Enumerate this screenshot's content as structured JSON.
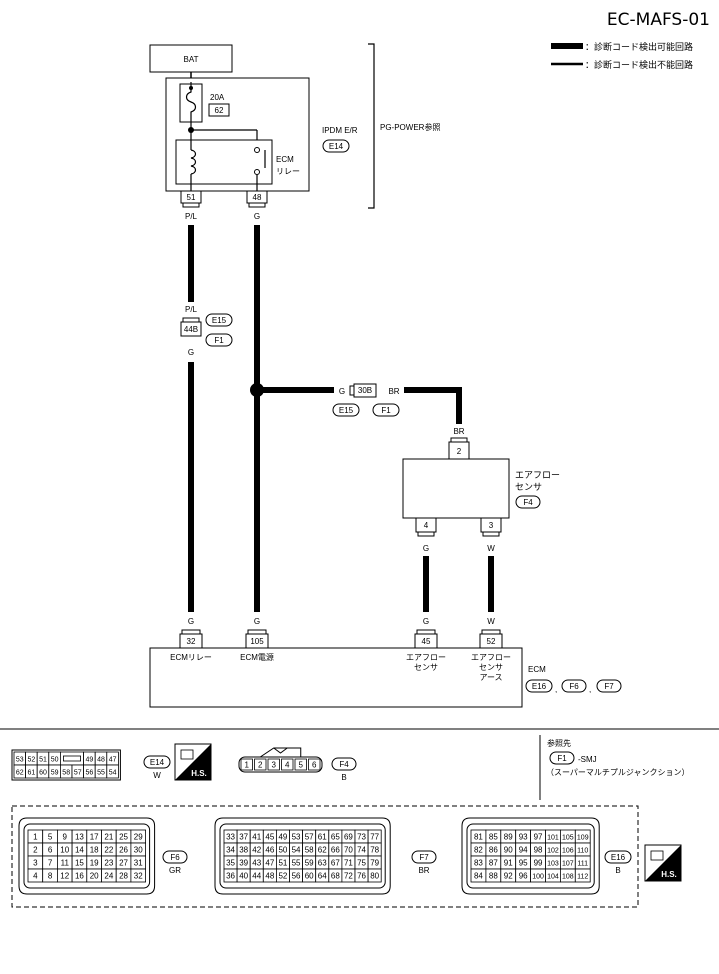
{
  "page": {
    "title": "EC-MAFS-01"
  },
  "legend": {
    "detectable": "：診断コード検出可能回路",
    "not_detectable": "：診断コード検出不能回路"
  },
  "bat": {
    "label": "BAT"
  },
  "ipdm": {
    "fuse_amp": "20A",
    "fuse_no": "62",
    "relay_label_1": "ECM",
    "relay_label_2": "リレー",
    "name": "IPDM E/R",
    "connector": "E14",
    "ref": "PG-POWER参照",
    "pin_a": "51",
    "pin_b": "48"
  },
  "wires": {
    "pl": "P/L",
    "g": "G",
    "br": "BR",
    "w": "W"
  },
  "junction_44": {
    "pin": "44B",
    "conn_a": "E15",
    "conn_b": "F1",
    "top": "P/L",
    "bottom": "G"
  },
  "junction_30": {
    "pin": "30B",
    "conn_a": "E15",
    "conn_b": "F1",
    "left": "G",
    "right": "BR"
  },
  "afm": {
    "name_1": "エアフロー",
    "name_2": "センサ",
    "connector": "F4",
    "pin_top": "2",
    "pin_left": "4",
    "pin_right": "3"
  },
  "ecm": {
    "name": "ECM",
    "conns": [
      "E16",
      "F6",
      "F7"
    ],
    "sep": ",",
    "pins": [
      {
        "no": "32",
        "wire": "G",
        "label": [
          "ECMリレー"
        ]
      },
      {
        "no": "105",
        "wire": "G",
        "label": [
          "ECM電源"
        ]
      },
      {
        "no": "45",
        "wire": "G",
        "label": [
          "エアフロー",
          "センサ"
        ]
      },
      {
        "no": "52",
        "wire": "W",
        "label": [
          "エアフロー",
          "センサ",
          "アース"
        ]
      }
    ]
  },
  "bottom": {
    "e14": {
      "conn": "E14",
      "color": "W",
      "hs": "H.S.",
      "row1": [
        "53",
        "52",
        "51",
        "50",
        "",
        "49",
        "48",
        "47"
      ],
      "row2": [
        "62",
        "61",
        "60",
        "59",
        "58",
        "57",
        "56",
        "55",
        "54"
      ]
    },
    "f4": {
      "conn": "F4",
      "color": "B",
      "pins": [
        "1",
        "2",
        "3",
        "4",
        "5",
        "6"
      ]
    },
    "ref": {
      "title": "参照先",
      "conn": "F1",
      "suffix": "-SMJ",
      "desc": "（スーパーマルチプルジャンクション）"
    },
    "f6": {
      "conn": "F6",
      "color": "GR",
      "rows": [
        [
          "1",
          "5",
          "9",
          "13",
          "17",
          "21",
          "25",
          "29"
        ],
        [
          "2",
          "6",
          "10",
          "14",
          "18",
          "22",
          "26",
          "30"
        ],
        [
          "3",
          "7",
          "11",
          "15",
          "19",
          "23",
          "27",
          "31"
        ],
        [
          "4",
          "8",
          "12",
          "16",
          "20",
          "24",
          "28",
          "32"
        ]
      ]
    },
    "f7": {
      "conn": "F7",
      "color": "BR",
      "rows": [
        [
          "33",
          "37",
          "41",
          "45",
          "49",
          "53",
          "57",
          "61",
          "65",
          "69",
          "73",
          "77"
        ],
        [
          "34",
          "38",
          "42",
          "46",
          "50",
          "54",
          "58",
          "62",
          "66",
          "70",
          "74",
          "78"
        ],
        [
          "35",
          "39",
          "43",
          "47",
          "51",
          "55",
          "59",
          "63",
          "67",
          "71",
          "75",
          "79"
        ],
        [
          "36",
          "40",
          "44",
          "48",
          "52",
          "56",
          "60",
          "64",
          "68",
          "72",
          "76",
          "80"
        ]
      ]
    },
    "e16": {
      "conn": "E16",
      "color": "B",
      "hs": "H.S.",
      "rows": [
        [
          "81",
          "85",
          "89",
          "93",
          "97",
          "101",
          "105",
          "109"
        ],
        [
          "82",
          "86",
          "90",
          "94",
          "98",
          "102",
          "106",
          "110"
        ],
        [
          "83",
          "87",
          "91",
          "95",
          "99",
          "103",
          "107",
          "111"
        ],
        [
          "84",
          "88",
          "92",
          "96",
          "100",
          "104",
          "108",
          "112"
        ]
      ]
    }
  }
}
